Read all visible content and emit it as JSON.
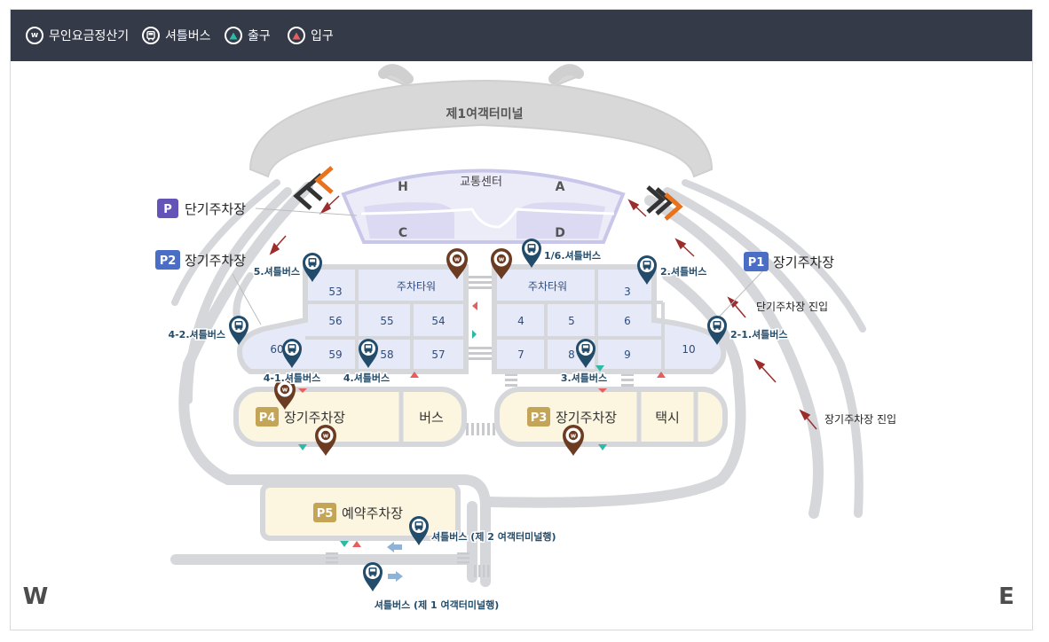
{
  "legend": {
    "payment_label": "무인요금정산기",
    "shuttle_label": "셔틀버스",
    "exit_label": "출구",
    "entrance_label": "입구"
  },
  "terminal": {
    "name": "제1여객터미널"
  },
  "transport_center": {
    "name": "교통센터",
    "zone_h": "H",
    "zone_a": "A",
    "zone_c": "C",
    "zone_d": "D"
  },
  "lots": {
    "p_short": {
      "badge": "P",
      "label": "단기주차장"
    },
    "p2": {
      "badge": "P2",
      "label": "장기주차장"
    },
    "p1": {
      "badge": "P1",
      "label": "장기주차장"
    },
    "p4": {
      "badge": "P4",
      "label": "장기주차장",
      "bus_area": "버스"
    },
    "p3": {
      "badge": "P3",
      "label": "장기주차장",
      "taxi_area": "택시"
    },
    "p5": {
      "badge": "P5",
      "label": "예약주차장"
    }
  },
  "tower_left": "주차타워",
  "tower_right": "주차타워",
  "zones": {
    "z53": "53",
    "z56": "56",
    "z55": "55",
    "z54": "54",
    "z60": "60",
    "z59": "59",
    "z58": "58",
    "z57": "57",
    "z3": "3",
    "z4": "4",
    "z5": "5",
    "z6": "6",
    "z7": "7",
    "z8": "8",
    "z9": "9",
    "z10": "10"
  },
  "shuttle_stops": {
    "s16": "1/6.셔틀버스",
    "s2": "2.셔틀버스",
    "s5": "5.셔틀버스",
    "s42": "4-2.셔틀버스",
    "s21": "2-1.셔틀버스",
    "s41": "4-1.셔틀버스",
    "s4": "4.셔틀버스",
    "s3": "3.셔틀버스",
    "t2": "셔틀버스 (제 2 여객터미널행)",
    "t1": "셔틀버스 (제 1 여객터미널행)"
  },
  "road_labels": {
    "short_entry": "단기주차장 진입",
    "long_entry": "장기주차장 진입"
  },
  "compass": {
    "west": "W",
    "east": "E"
  },
  "colors": {
    "legend_bg": "#343a48",
    "road": "#d6d7db",
    "zone_fill": "#e6eaf8",
    "lot_fill": "#fcf6e1",
    "badge_purple": "#6554b7",
    "badge_blue": "#4a6ec6",
    "badge_gold": "#c4a457",
    "shuttle_pin": "#234c6b",
    "payment_pin": "#6b3b22",
    "exit_mark": "#2dbaa5",
    "entrance_mark": "#e65f5f"
  }
}
